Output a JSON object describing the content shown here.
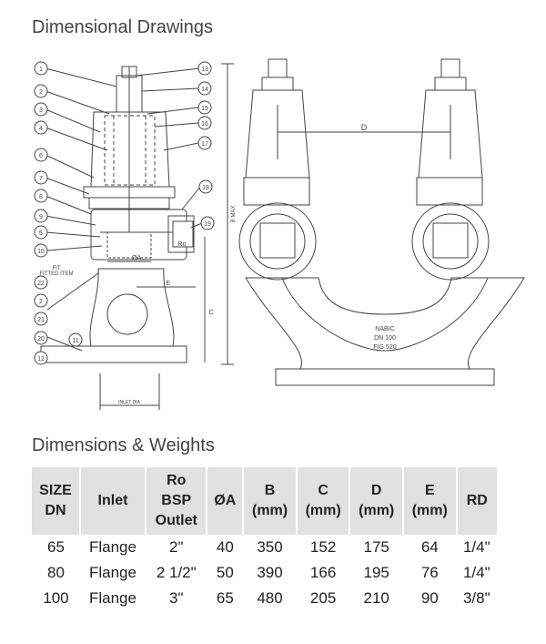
{
  "headings": {
    "drawings": "Dimensional Drawings",
    "weights": "Dimensions & Weights"
  },
  "drawing": {
    "callouts_left": [
      "1",
      "2",
      "3",
      "4",
      "6",
      "7",
      "8",
      "9",
      "5",
      "10",
      "22",
      "2",
      "21",
      "20",
      "12"
    ],
    "callouts_right": [
      "13",
      "14",
      "15",
      "16",
      "17",
      "18",
      "19"
    ],
    "callout_11": "11",
    "fitted_item": "FITTED ITEM",
    "fitted_item_short": "FIT",
    "dim_a": "ØA",
    "dim_ro": "Ro",
    "dim_e": "E",
    "dim_c": "C",
    "dim_b_max": "B MAX",
    "dim_inlet": "INLET DIA",
    "dim_d": "D",
    "plate_line1": "NABIC",
    "plate_line2": "DN  100",
    "plate_line3": "FIG.520"
  },
  "table": {
    "headers": [
      [
        "SIZE",
        "DN"
      ],
      [
        "Inlet"
      ],
      [
        "Ro",
        "BSP",
        "Outlet"
      ],
      [
        "ØA"
      ],
      [
        "B",
        "(mm)"
      ],
      [
        "C",
        "(mm)"
      ],
      [
        "D",
        "(mm)"
      ],
      [
        "E",
        "(mm)"
      ],
      [
        "RD"
      ]
    ],
    "rows": [
      [
        "65",
        "Flange",
        "2\"",
        "40",
        "350",
        "152",
        "175",
        "64",
        "1/4\""
      ],
      [
        "80",
        "Flange",
        "2 1/2\"",
        "50",
        "390",
        "166",
        "195",
        "76",
        "1/4\""
      ],
      [
        "100",
        "Flange",
        "3\"",
        "65",
        "480",
        "205",
        "210",
        "90",
        "3/8\""
      ]
    ]
  }
}
